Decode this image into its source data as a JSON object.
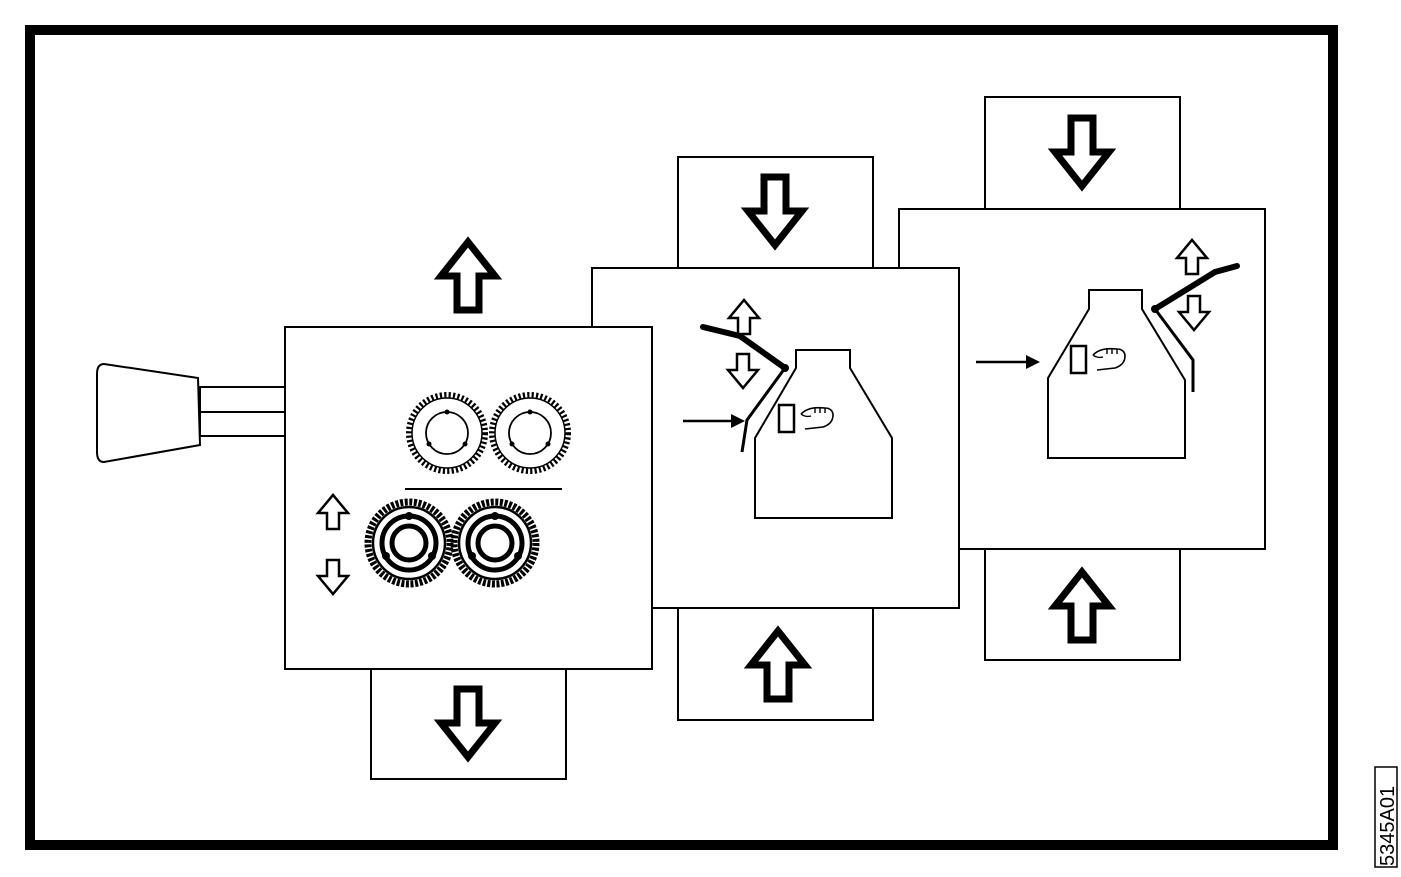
{
  "figure": {
    "reference_code": "5345A01",
    "colors": {
      "line": "#000000",
      "background": "#ffffff"
    }
  },
  "panels": [
    {
      "name": "roller-unit",
      "icons": [
        "handle-icon",
        "gear-icon",
        "gear-icon",
        "roller-icon",
        "roller-icon",
        "up-arrow-icon",
        "down-arrow-icon"
      ]
    },
    {
      "name": "guide-unit-middle",
      "icons": [
        "guide-rail-icon",
        "hand-icon",
        "feed-arrow-icon",
        "up-arrow-icon",
        "down-arrow-icon"
      ]
    },
    {
      "name": "guide-unit-right",
      "icons": [
        "guide-rail-icon",
        "hand-icon",
        "feed-arrow-icon",
        "up-arrow-icon",
        "down-arrow-icon"
      ]
    }
  ]
}
